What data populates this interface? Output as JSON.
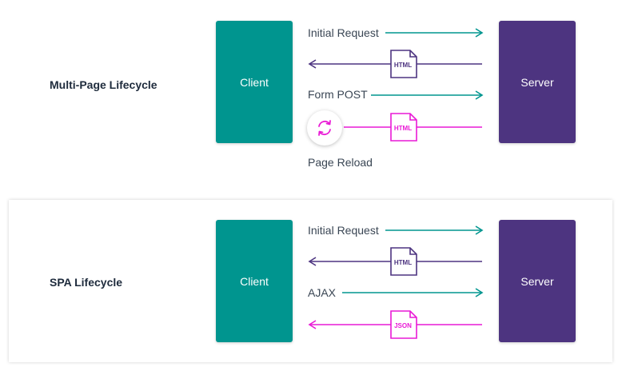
{
  "colors": {
    "client": "#00958f",
    "server": "#4d3480",
    "request_arrow": "#00958f",
    "html_arrow": "#4d3480",
    "reload_arrow": "#e91ad6",
    "json_arrow": "#e91ad6"
  },
  "multi_page": {
    "title": "Multi-Page Lifecycle",
    "client_label": "Client",
    "server_label": "Server",
    "initial_request_label": "Initial Request",
    "html_response_doc": "HTML",
    "form_post_label": "Form POST",
    "reload_response_doc": "HTML",
    "reload_icon": "refresh-icon",
    "page_reload_label": "Page Reload"
  },
  "spa": {
    "title": "SPA Lifecycle",
    "client_label": "Client",
    "server_label": "Server",
    "initial_request_label": "Initial Request",
    "html_response_doc": "HTML",
    "ajax_label": "AJAX",
    "json_response_doc": "JSON"
  }
}
